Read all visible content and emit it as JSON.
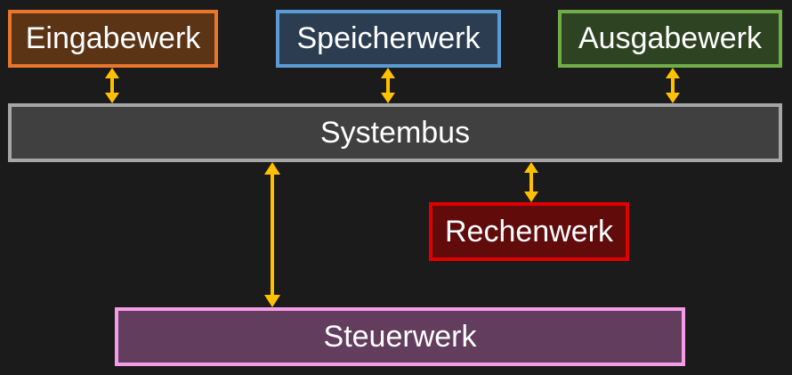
{
  "diagram": {
    "nodes": {
      "eingabewerk": {
        "label": "Eingabewerk",
        "border": "#e8762c",
        "fill": "#5b3416"
      },
      "speicherwerk": {
        "label": "Speicherwerk",
        "border": "#5b9bd5",
        "fill": "#2c3d52"
      },
      "ausgabewerk": {
        "label": "Ausgabewerk",
        "border": "#70ad47",
        "fill": "#2e4322"
      },
      "systembus": {
        "label": "Systembus",
        "border": "#a6a6a6",
        "fill": "#404040"
      },
      "rechenwerk": {
        "label": "Rechenwerk",
        "border": "#e00000",
        "fill": "#610b0b"
      },
      "steuerwerk": {
        "label": "Steuerwerk",
        "border": "#f59ce6",
        "fill": "#623d5e"
      }
    },
    "connections": [
      {
        "from": "eingabewerk",
        "to": "systembus",
        "bidirectional": true
      },
      {
        "from": "speicherwerk",
        "to": "systembus",
        "bidirectional": true
      },
      {
        "from": "ausgabewerk",
        "to": "systembus",
        "bidirectional": true
      },
      {
        "from": "systembus",
        "to": "rechenwerk",
        "bidirectional": true
      },
      {
        "from": "systembus",
        "to": "steuerwerk",
        "bidirectional": true
      }
    ],
    "arrow_color": "#ffc000",
    "background": "#1b1b1b"
  }
}
